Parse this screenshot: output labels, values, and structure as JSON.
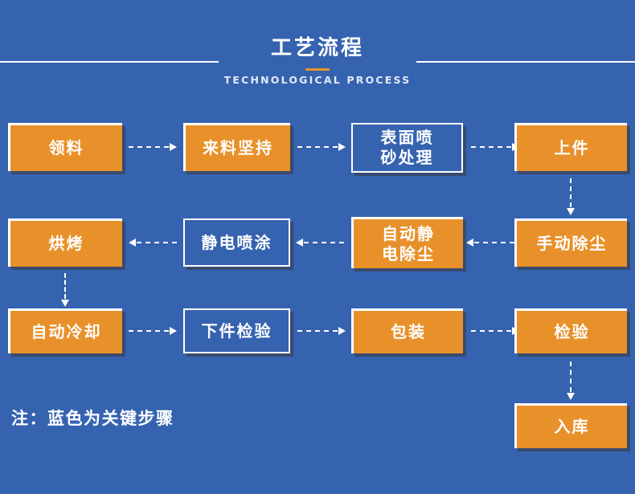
{
  "header": {
    "title_zh": "工艺流程",
    "title_en": "TECHNOLOGICAL PROCESS"
  },
  "legend": {
    "note": "注：蓝色为关键步骤"
  },
  "colors": {
    "background_blue": "#3563b0",
    "step_orange": "#e8912b",
    "key_step_blue": "#3563b0",
    "border_white": "#ffffff",
    "accent_orange": "#e8912b",
    "shadow": "#3c2d1e"
  },
  "diagram_data": {
    "type": "flowchart",
    "layout": "serpentine-grid",
    "columns": 4,
    "rows": 3,
    "nodes": [
      {
        "id": "n1",
        "label": "领料",
        "lines": [
          "领料"
        ],
        "style": "orange",
        "row": 1,
        "col": 1
      },
      {
        "id": "n2",
        "label": "来料坚持",
        "lines": [
          "来料坚持"
        ],
        "style": "orange",
        "row": 1,
        "col": 2
      },
      {
        "id": "n3",
        "label": "表面喷砂处理",
        "lines": [
          "表面喷",
          "砂处理"
        ],
        "style": "keystep",
        "row": 1,
        "col": 3
      },
      {
        "id": "n4",
        "label": "上件",
        "lines": [
          "上件"
        ],
        "style": "orange",
        "row": 1,
        "col": 4
      },
      {
        "id": "n5",
        "label": "手动除尘",
        "lines": [
          "手动除尘"
        ],
        "style": "orange",
        "row": 2,
        "col": 4
      },
      {
        "id": "n6",
        "label": "自动静电除尘",
        "lines": [
          "自动静",
          "电除尘"
        ],
        "style": "orange",
        "row": 2,
        "col": 3
      },
      {
        "id": "n7",
        "label": "静电喷涂",
        "lines": [
          "静电喷涂"
        ],
        "style": "keystep",
        "row": 2,
        "col": 2
      },
      {
        "id": "n8",
        "label": "烘烤",
        "lines": [
          "烘烤"
        ],
        "style": "orange",
        "row": 2,
        "col": 1
      },
      {
        "id": "n9",
        "label": "自动冷却",
        "lines": [
          "自动冷却"
        ],
        "style": "orange",
        "row": 3,
        "col": 1
      },
      {
        "id": "n10",
        "label": "下件检验",
        "lines": [
          "下件检验"
        ],
        "style": "keystep",
        "row": 3,
        "col": 2
      },
      {
        "id": "n11",
        "label": "包装",
        "lines": [
          "包装"
        ],
        "style": "orange",
        "row": 3,
        "col": 3
      },
      {
        "id": "n12",
        "label": "检验",
        "lines": [
          "检验"
        ],
        "style": "orange",
        "row": 3,
        "col": 4
      },
      {
        "id": "n13",
        "label": "入库",
        "lines": [
          "入库"
        ],
        "style": "orange",
        "row": 4,
        "col": 4
      }
    ],
    "edges": [
      {
        "from": "n1",
        "to": "n2",
        "direction": "right"
      },
      {
        "from": "n2",
        "to": "n3",
        "direction": "right"
      },
      {
        "from": "n3",
        "to": "n4",
        "direction": "right"
      },
      {
        "from": "n4",
        "to": "n5",
        "direction": "down"
      },
      {
        "from": "n5",
        "to": "n6",
        "direction": "left"
      },
      {
        "from": "n6",
        "to": "n7",
        "direction": "left"
      },
      {
        "from": "n7",
        "to": "n8",
        "direction": "left"
      },
      {
        "from": "n8",
        "to": "n9",
        "direction": "down"
      },
      {
        "from": "n9",
        "to": "n10",
        "direction": "right"
      },
      {
        "from": "n10",
        "to": "n11",
        "direction": "right"
      },
      {
        "from": "n11",
        "to": "n12",
        "direction": "right"
      },
      {
        "from": "n12",
        "to": "n13",
        "direction": "down"
      }
    ]
  }
}
